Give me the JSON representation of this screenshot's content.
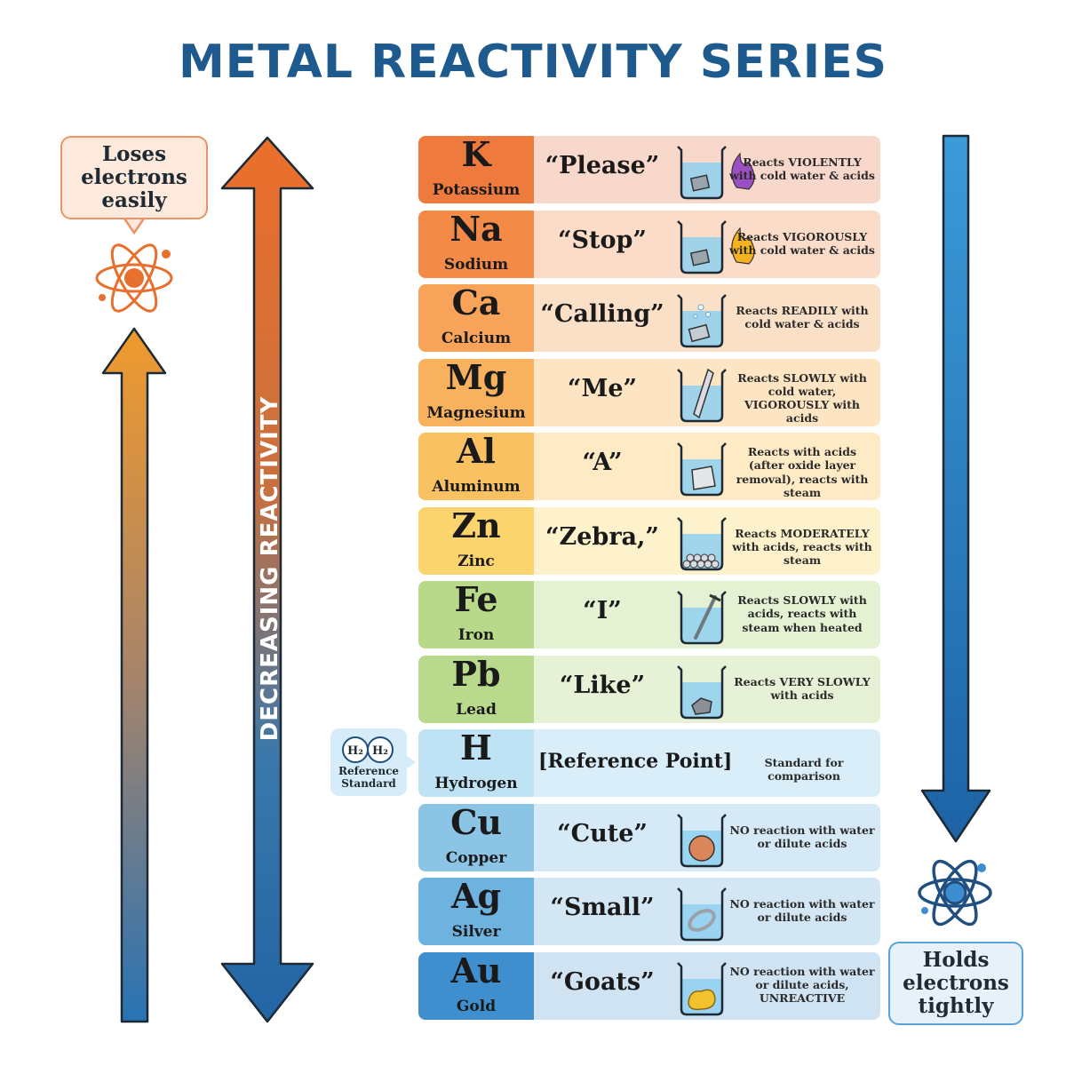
{
  "title": "METAL REACTIVITY SERIES",
  "axis_label": "DECREASING REACTIVITY",
  "callout_top": "Loses electrons easily",
  "callout_bottom": "Holds electrons tightly",
  "reference_badge": {
    "molecules": [
      "H₂",
      "H₂"
    ],
    "label": "Reference Standard"
  },
  "colors": {
    "title": "#1f5a8f",
    "high_reactivity": "#e8702e",
    "low_reactivity": "#2873b4"
  },
  "rows": [
    {
      "symbol": "K",
      "name": "Potassium",
      "mnemonic": "“Please”",
      "description": "Reacts VIOLENTLY with cold water & acids",
      "sym_color": "#ef7a3e",
      "row_color": "#f9d8cc",
      "contents": "flame",
      "flame_color": "#9b4fc2"
    },
    {
      "symbol": "Na",
      "name": "Sodium",
      "mnemonic": "“Stop”",
      "description": "Reacts VIGOROUSLY with cold water & acids",
      "sym_color": "#f48a48",
      "row_color": "#fadcc8",
      "contents": "flame",
      "flame_color": "#f6b321"
    },
    {
      "symbol": "Ca",
      "name": "Calcium",
      "mnemonic": "“Calling”",
      "description": "Reacts READILY with cold water & acids",
      "sym_color": "#f7a35a",
      "row_color": "#fbe0c8",
      "contents": "bubbles"
    },
    {
      "symbol": "Mg",
      "name": "Magnesium",
      "mnemonic": "“Me”",
      "description": "Reacts SLOWLY with cold water, VIGOROUSLY with acids",
      "sym_color": "#f8b25d",
      "row_color": "#fde5c4",
      "contents": "ribbon"
    },
    {
      "symbol": "Al",
      "name": "Aluminum",
      "mnemonic": "“A”",
      "description": "Reacts with acids (after oxide layer removal), reacts with steam",
      "sym_color": "#fac162",
      "row_color": "#feebc6",
      "contents": "foil"
    },
    {
      "symbol": "Zn",
      "name": "Zinc",
      "mnemonic": "“Zebra,”",
      "description": "Reacts MODERATELY with acids, reacts with steam",
      "sym_color": "#fbd46e",
      "row_color": "#fef2cc",
      "contents": "pellets"
    },
    {
      "symbol": "Fe",
      "name": "Iron",
      "mnemonic": "“I”",
      "description": "Reacts SLOWLY with acids, reacts with steam when heated",
      "sym_color": "#b8d98a",
      "row_color": "#e5f1d3",
      "contents": "nail"
    },
    {
      "symbol": "Pb",
      "name": "Lead",
      "mnemonic": "“Like”",
      "description": "Reacts VERY SLOWLY with acids",
      "sym_color": "#b9d98c",
      "row_color": "#e6f1d5",
      "contents": "lump"
    },
    {
      "symbol": "H",
      "name": "Hydrogen",
      "mnemonic": "[Reference Point]",
      "description": "Standard for comparison",
      "sym_color": "#bfe3f4",
      "row_color": "#d9eef9",
      "contents": "none"
    },
    {
      "symbol": "Cu",
      "name": "Copper",
      "mnemonic": "“Cute”",
      "description": "NO reaction with water or dilute acids",
      "sym_color": "#8cc4e6",
      "row_color": "#d5e9f6",
      "contents": "coin"
    },
    {
      "symbol": "Ag",
      "name": "Silver",
      "mnemonic": "“Small”",
      "description": "NO reaction with water or dilute acids",
      "sym_color": "#6eb2e0",
      "row_color": "#d3e6f4",
      "contents": "ring"
    },
    {
      "symbol": "Au",
      "name": "Gold",
      "mnemonic": "“Goats”",
      "description": "NO reaction with water or dilute acids, UNREACTIVE",
      "sym_color": "#3f8fcf",
      "row_color": "#cfe3f3",
      "contents": "nugget"
    }
  ]
}
